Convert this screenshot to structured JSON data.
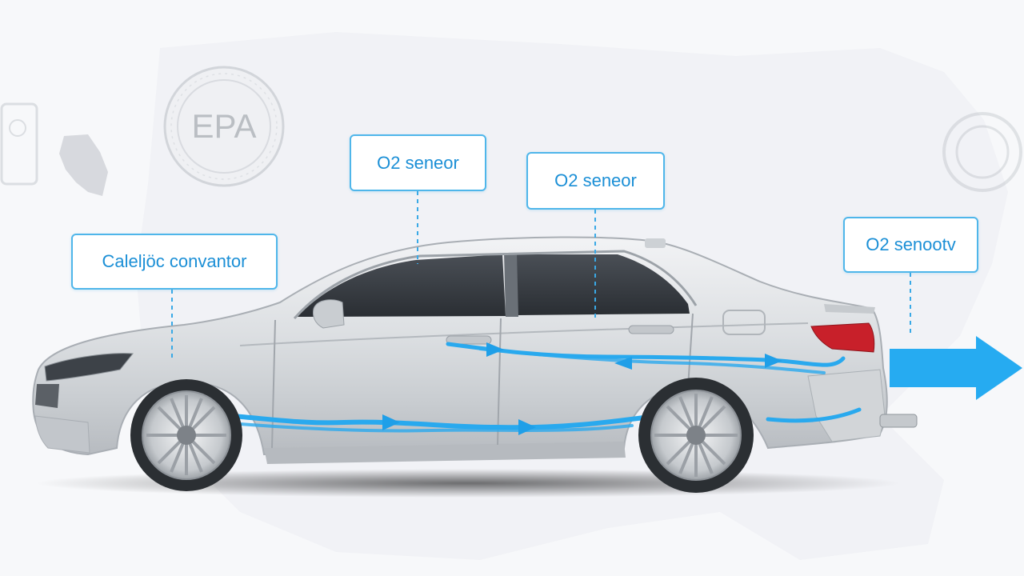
{
  "background": {
    "seal_text": "EPA",
    "color": "#f7f8fa"
  },
  "callouts": {
    "catalytic_converter": "Caleljöc convantor",
    "o2_sensor_1": "O2 seneor",
    "o2_sensor_2": "O2 seneor",
    "o2_sensor_3": "O2 senootv"
  },
  "colors": {
    "accent": "#4fb6ea",
    "label_text": "#1b8fd6",
    "flow": "#29a9ee",
    "car_body": "#d9dcdf",
    "tail_light": "#c8202a"
  },
  "icons": [
    "epa-seal-icon",
    "alaska-map-icon",
    "exhaust-arrow-icon"
  ]
}
